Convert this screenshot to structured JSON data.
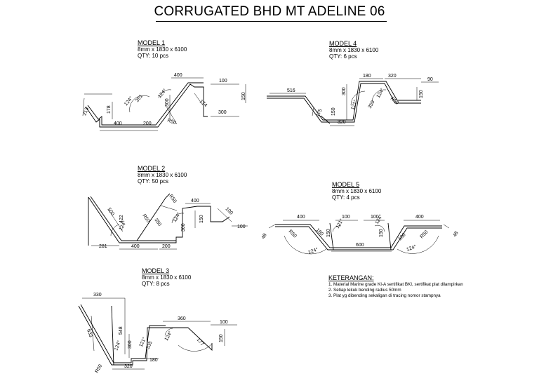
{
  "title": "CORRUGATED BHD MT ADELINE 06",
  "models": [
    {
      "name": "MODEL 1",
      "size": "8mm x 1830 x 6100",
      "qty": "QTY: 10 pcs",
      "dims": [
        "213",
        "178",
        "400",
        "124°",
        "351",
        "200",
        "124°",
        "300",
        "R50",
        "400",
        "174",
        "100",
        "150",
        "300"
      ]
    },
    {
      "name": "MODEL 4",
      "size": "8mm x 1830 x 6100",
      "qty": "QTY: 6 pcs",
      "dims": [
        "516",
        "175",
        "150",
        "320",
        "121°",
        "300",
        "180",
        "350",
        "124°",
        "R50",
        "320",
        "150",
        "90"
      ]
    },
    {
      "name": "MODEL 2",
      "size": "8mm x 1830 x 6100",
      "qty": "QTY: 50 pcs",
      "dims": [
        "500",
        "422",
        "124°",
        "281",
        "400",
        "R50",
        "350",
        "R50",
        "124°",
        "300",
        "200",
        "150",
        "400",
        "100",
        "100"
      ]
    },
    {
      "name": "MODEL 5",
      "size": "8mm x 1830 x 6100",
      "qty": "QTY: 4 pcs",
      "dims": [
        "48",
        "400",
        "R50",
        "180",
        "124°",
        "100",
        "121°",
        "150",
        "600",
        "100",
        "124°",
        "150",
        "180",
        "R50",
        "124°",
        "400",
        "48"
      ]
    },
    {
      "name": "MODEL 3",
      "size": "8mm x 1830 x 6100",
      "qty": "QTY: 8 pcs",
      "dims": [
        "330",
        "633",
        "548",
        "124°",
        "300",
        "R50",
        "320",
        "180",
        "121°",
        "335",
        "360",
        "124°",
        "177",
        "100",
        "150"
      ]
    }
  ],
  "notes": {
    "heading": "KETERANGAN:",
    "items": [
      "1. Material Marine grade KI-A sertifikat BKI, sertifikat plat dilampirkan",
      "2. Setiap lekuk bending radius 50mm",
      "3. Plat yg dibending sekaligan di tracing nomor stampnya"
    ]
  }
}
